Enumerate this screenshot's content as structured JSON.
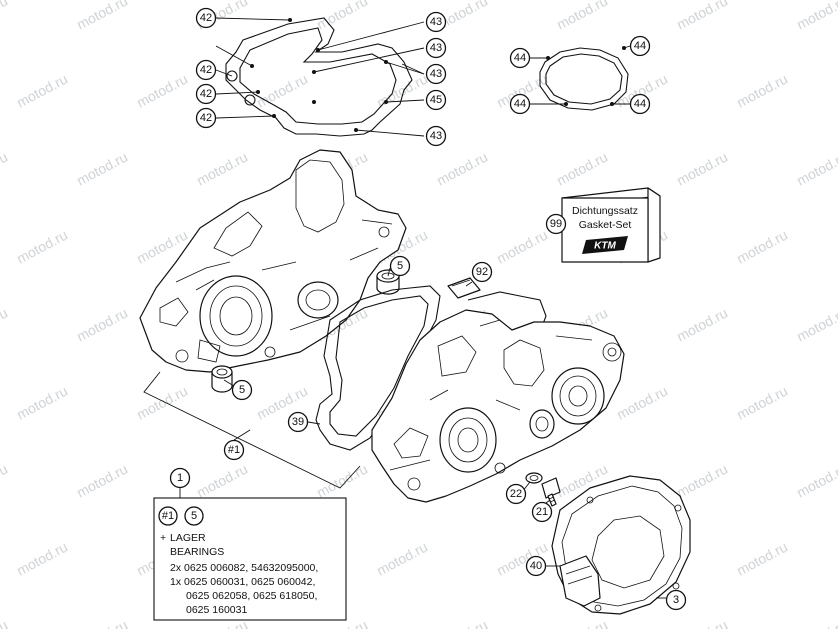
{
  "watermark": "motod.ru",
  "callouts": {
    "c42": "42",
    "c43": "43",
    "c44": "44",
    "c45": "45",
    "c5": "5",
    "c92": "92",
    "c99": "99",
    "c39": "39",
    "c1a": "#1",
    "c22": "22",
    "c21": "21",
    "c40": "40",
    "c3": "3",
    "c1": "1"
  },
  "gasket_set_box": {
    "line1": "Dichtungssatz",
    "line2": "Gasket-Set",
    "logo": "KTM"
  },
  "bearing_box": {
    "ref1": "#1",
    "ref2": "5",
    "plus": "+",
    "title_de": "LAGER",
    "title_en": "BEARINGS",
    "lines": [
      "2x 0625 006082, 54632095000,",
      "1x 0625 060031, 0625 060042,",
      "0625 062058, 0625 618050,",
      "0625 160031"
    ]
  }
}
